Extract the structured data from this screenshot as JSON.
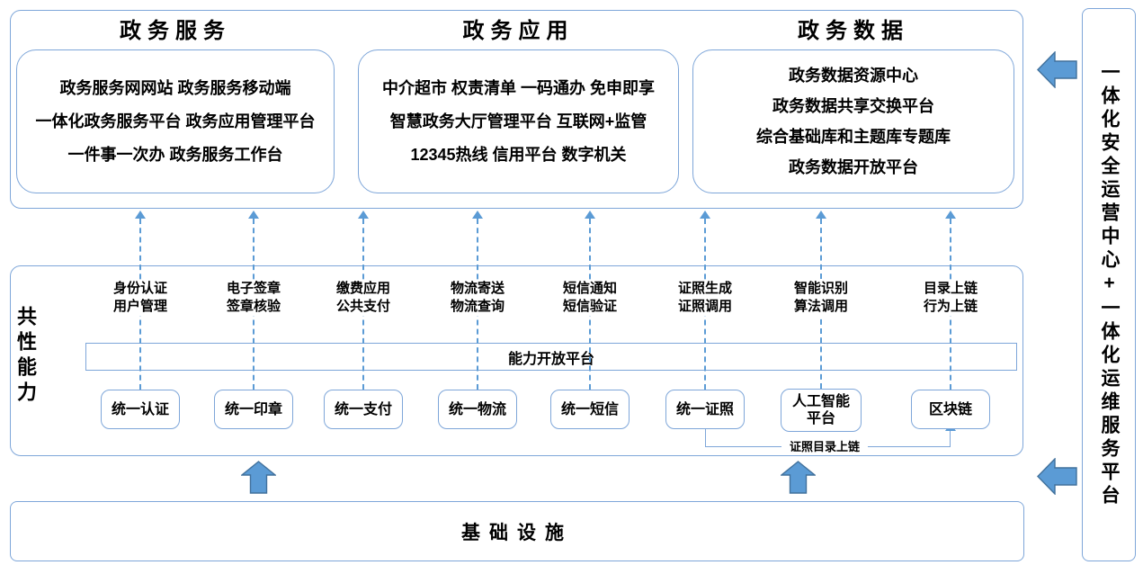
{
  "colors": {
    "box_border": "#7ea6d9",
    "arrow_fill": "#5b9bd5",
    "arrow_stroke": "#41719c",
    "dashed_line": "#5b9bd5",
    "text": "#000000"
  },
  "top_section": {
    "groups": [
      {
        "title": "政务服务",
        "lines": [
          "政务服务网网站 政务服务移动端",
          "一体化政务服务平台 政务应用管理平台",
          "一件事一次办 政务服务工作台"
        ]
      },
      {
        "title": "政务应用",
        "lines": [
          "中介超市 权责清单 一码通办 免申即享",
          "智慧政务大厅管理平台 互联网+监管",
          "12345热线 信用平台 数字机关"
        ]
      },
      {
        "title": "政务数据",
        "lines": [
          "政务数据资源中心",
          "政务数据共享交换平台",
          "综合基础库和主题库专题库",
          "政务数据开放平台"
        ]
      }
    ]
  },
  "middle_section": {
    "side_label": "共性能力",
    "platform_bar_label": "能力开放平台",
    "columns": [
      {
        "label_line1": "身份认证",
        "label_line2": "用户管理",
        "box": "统一认证"
      },
      {
        "label_line1": "电子签章",
        "label_line2": "签章核验",
        "box": "统一印章"
      },
      {
        "label_line1": "缴费应用",
        "label_line2": "公共支付",
        "box": "统一支付"
      },
      {
        "label_line1": "物流寄送",
        "label_line2": "物流查询",
        "box": "统一物流"
      },
      {
        "label_line1": "短信通知",
        "label_line2": "短信验证",
        "box": "统一短信"
      },
      {
        "label_line1": "证照生成",
        "label_line2": "证照调用",
        "box": "统一证照"
      },
      {
        "label_line1": "智能识别",
        "label_line2": "算法调用",
        "box": "人工智能\n平台"
      },
      {
        "label_line1": "目录上链",
        "label_line2": "行为上链",
        "box": "区块链"
      }
    ],
    "connector_label": "证照目录上链"
  },
  "bottom_section": {
    "title": "基础设施"
  },
  "sidebar": {
    "label": "一体化安全运营中心+一体化运维服务平台"
  }
}
